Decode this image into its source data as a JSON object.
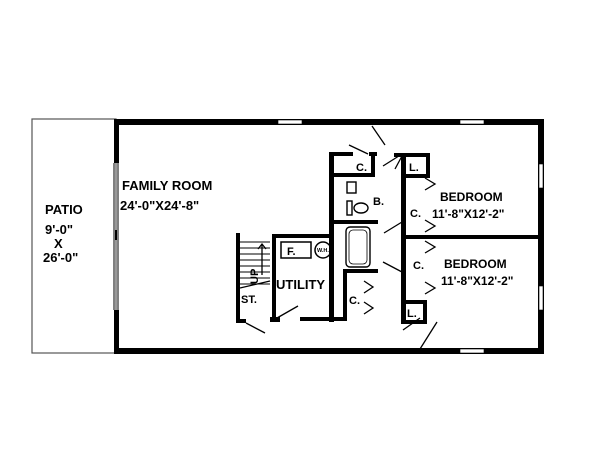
{
  "plan": {
    "title": "Lower level floor plan",
    "colors": {
      "wall": "#000000",
      "background": "#ffffff",
      "patio_edge": "#555555"
    },
    "rooms": {
      "patio": {
        "name": "PATIO",
        "dim_line1": "9'-0\"",
        "dim_x": "X",
        "dim_line2": "26'-0\""
      },
      "family_room": {
        "name": "FAMILY ROOM",
        "dims": "24'-0\"X24'-8\""
      },
      "bedroom_1": {
        "name": "BEDROOM",
        "dims": "11'-8\"X12'-2\""
      },
      "bedroom_2": {
        "name": "BEDROOM",
        "dims": "11'-8\"X12'-2\""
      },
      "utility": {
        "name": "UTILITY"
      },
      "bath": {
        "name": "B."
      },
      "stair": {
        "name": "ST.",
        "direction": "UP"
      }
    },
    "fixtures": {
      "furnace": "F.",
      "water_heater": "W.H."
    },
    "closets": {
      "hall_closet": "C.",
      "utility_closet": "C.",
      "bedroom_1_closet": "C.",
      "bedroom_2_closet": "C.",
      "linen_top": "L.",
      "linen_bottom": "L."
    }
  }
}
